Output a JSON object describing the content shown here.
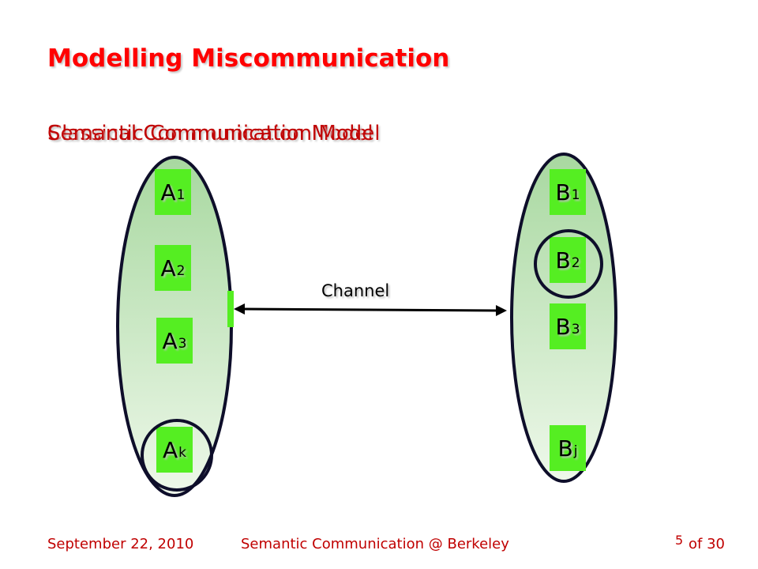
{
  "slide": {
    "title": "Modelling Miscommunication",
    "subtitle_a": "Classical Communication Model",
    "subtitle_b": "Semantic Communication Model"
  },
  "diagram": {
    "channel_label": "Channel",
    "left_nodes": [
      {
        "label": "A",
        "sub": "1"
      },
      {
        "label": "A",
        "sub": "2"
      },
      {
        "label": "A",
        "sub": "3"
      },
      {
        "label": "A",
        "sub": "k"
      }
    ],
    "right_nodes": [
      {
        "label": "B",
        "sub": "1"
      },
      {
        "label": "B",
        "sub": "2"
      },
      {
        "label": "B",
        "sub": "3"
      },
      {
        "label": "B",
        "sub": "j"
      }
    ],
    "colors": {
      "node_fill": "#55ee22",
      "ellipse_stroke": "#0e0e2a",
      "title": "#ff0000",
      "footer": "#c00000"
    }
  },
  "footer": {
    "date": "September 22, 2010",
    "center": "Semantic Communication @ Berkeley",
    "slide_number": "5",
    "total": "of 30"
  }
}
